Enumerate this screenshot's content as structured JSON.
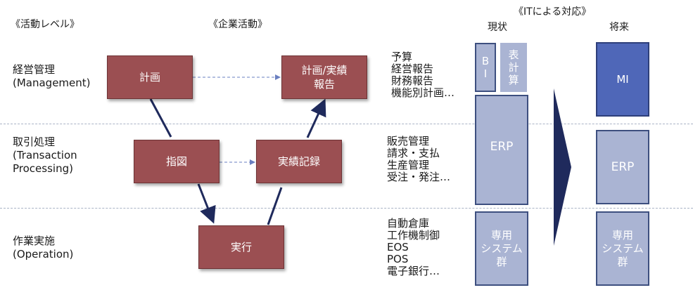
{
  "headers": {
    "levels": "《活動レベル》",
    "activities": "《企業活動》",
    "it": "《ITによる対応》",
    "current": "現状",
    "future": "将来"
  },
  "levels": [
    {
      "line1": "経営管理",
      "line2": "(Management)"
    },
    {
      "line1": "取引処理",
      "line2": "(Transaction",
      "line3": "Processing)"
    },
    {
      "line1": "作業実施",
      "line2": "(Operation)"
    }
  ],
  "activities": {
    "plan": "計画",
    "plan_report_line1": "計画/実績",
    "plan_report_line2": "報告",
    "instruct": "指図",
    "record": "実績記録",
    "execute": "実行"
  },
  "lists": {
    "management": [
      "予算",
      "経営報告",
      "財務報告",
      "機能別計画…"
    ],
    "transaction": [
      "販売管理",
      "請求・支払",
      "生産管理",
      "受注・発注…"
    ],
    "operation": [
      "自動倉庫",
      "工作機制御",
      "EOS",
      "POS",
      "電子銀行…"
    ]
  },
  "it_current": {
    "bi_chars": [
      "B",
      "I"
    ],
    "spreadsheet_chars": [
      "表",
      "計",
      "算"
    ],
    "erp": "ERP",
    "dedicated_line1": "専用",
    "dedicated_line2": "システム",
    "dedicated_line3": "群"
  },
  "it_future": {
    "mi": "MI",
    "erp": "ERP",
    "dedicated_line1": "専用",
    "dedicated_line2": "システム",
    "dedicated_line3": "群"
  },
  "colors": {
    "activity_box": "#9b4f52",
    "it_box": "#aab4d3",
    "it_border": "#3d4f7f",
    "mi_box": "#4f67b8",
    "arrow": "#1f2a5c"
  }
}
